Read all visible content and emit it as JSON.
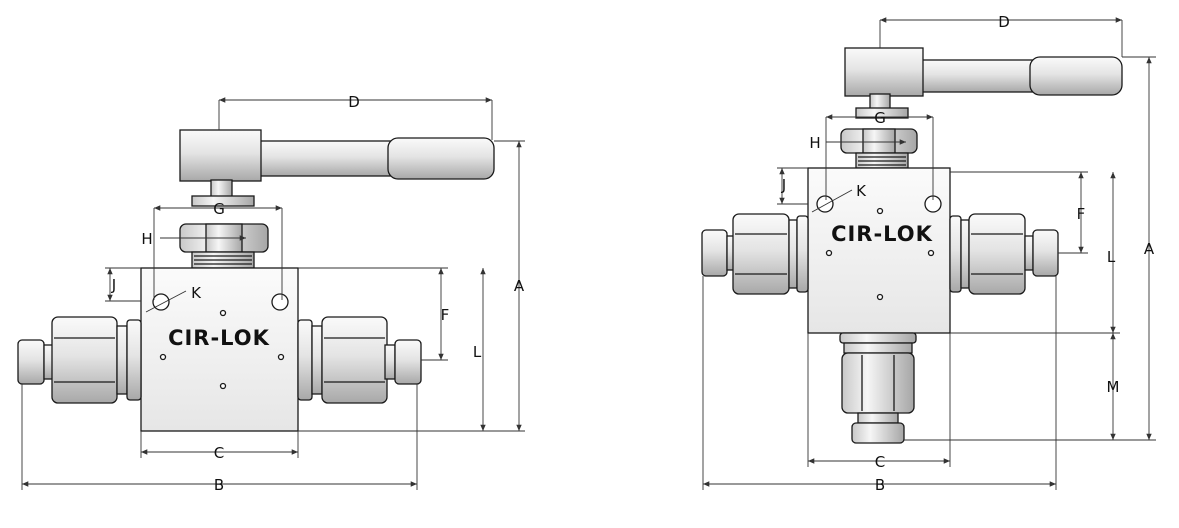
{
  "colors": {
    "line": "#1a1a1a",
    "metal_light": "#f2f2f2",
    "metal_mid": "#d9d9d9",
    "metal_dark": "#9a9a9a",
    "dimension": "#333333"
  },
  "left_view": {
    "brand": "CIR-LOK",
    "labels": {
      "A": "A",
      "B": "B",
      "C": "C",
      "D": "D",
      "F": "F",
      "G": "G",
      "H": "H",
      "J": "J",
      "K": "K",
      "L": "L"
    }
  },
  "right_view": {
    "brand": "CIR-LOK",
    "labels": {
      "A": "A",
      "B": "B",
      "C": "C",
      "D": "D",
      "F": "F",
      "G": "G",
      "H": "H",
      "J": "J",
      "K": "K",
      "L": "L",
      "M": "M"
    }
  }
}
